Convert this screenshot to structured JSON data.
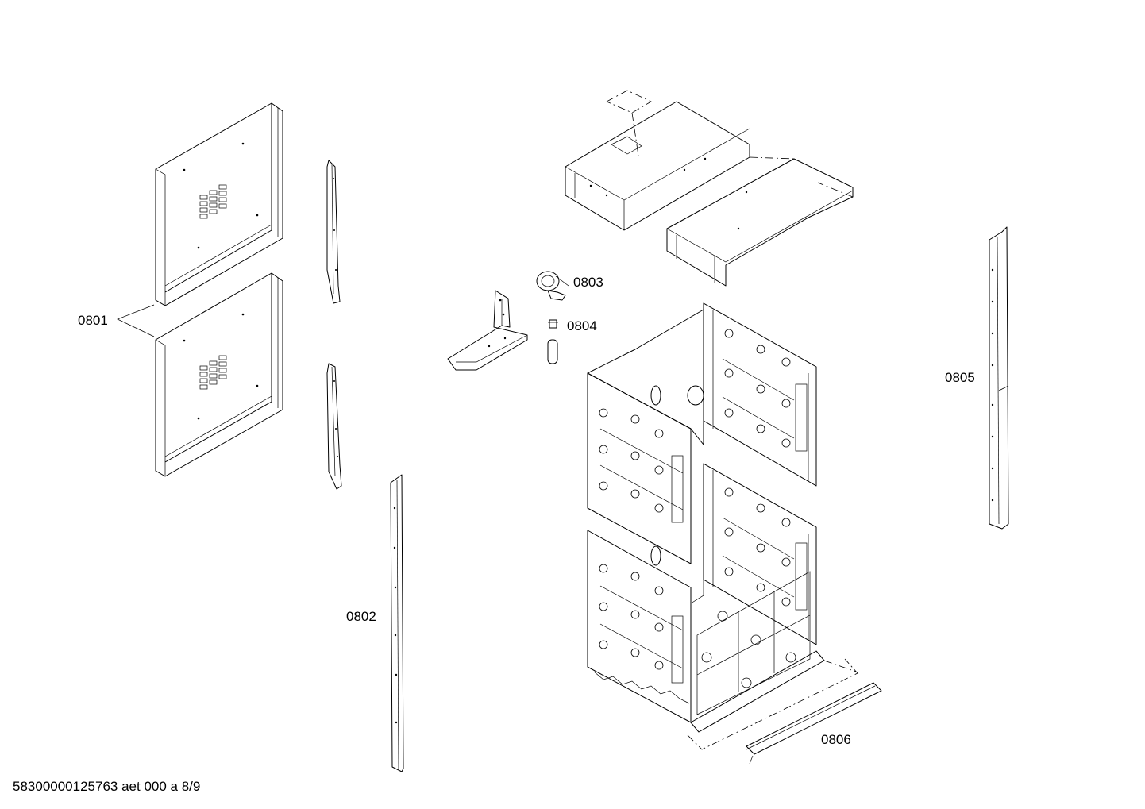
{
  "labels": {
    "p0801": "0801",
    "p0802": "0802",
    "p0803": "0803",
    "p0804": "0804",
    "p0805": "0805",
    "p0806": "0806"
  },
  "footer": "58300000125763 aet 000 a 8/9"
}
